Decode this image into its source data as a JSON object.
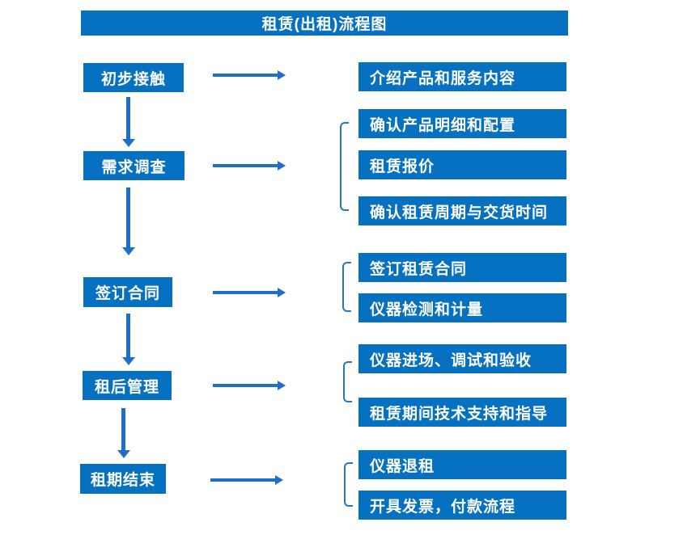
{
  "diagram": {
    "title": "租赁(出租)流程图",
    "stages": [
      {
        "label": "初步接触",
        "outputs": [
          "介绍产品和服务内容"
        ]
      },
      {
        "label": "需求调查",
        "outputs": [
          "确认产品明细和配置",
          "租赁报价",
          "确认租赁周期与交货时间"
        ]
      },
      {
        "label": "签订合同",
        "outputs": [
          "签订租赁合同",
          "仪器检测和计量"
        ]
      },
      {
        "label": "租后管理",
        "outputs": [
          "仪器进场、调试和验收",
          "租赁期间技术支持和指导"
        ]
      },
      {
        "label": "租期结束",
        "outputs": [
          "仪器退租",
          "开具发票，付款流程"
        ]
      }
    ],
    "colors": {
      "box_fill": "#0771C1",
      "arrow": "#1E6FC8",
      "bracket": "#2E75B6",
      "box_text": "#FFFFFF",
      "background": "#FFFFFF"
    }
  }
}
